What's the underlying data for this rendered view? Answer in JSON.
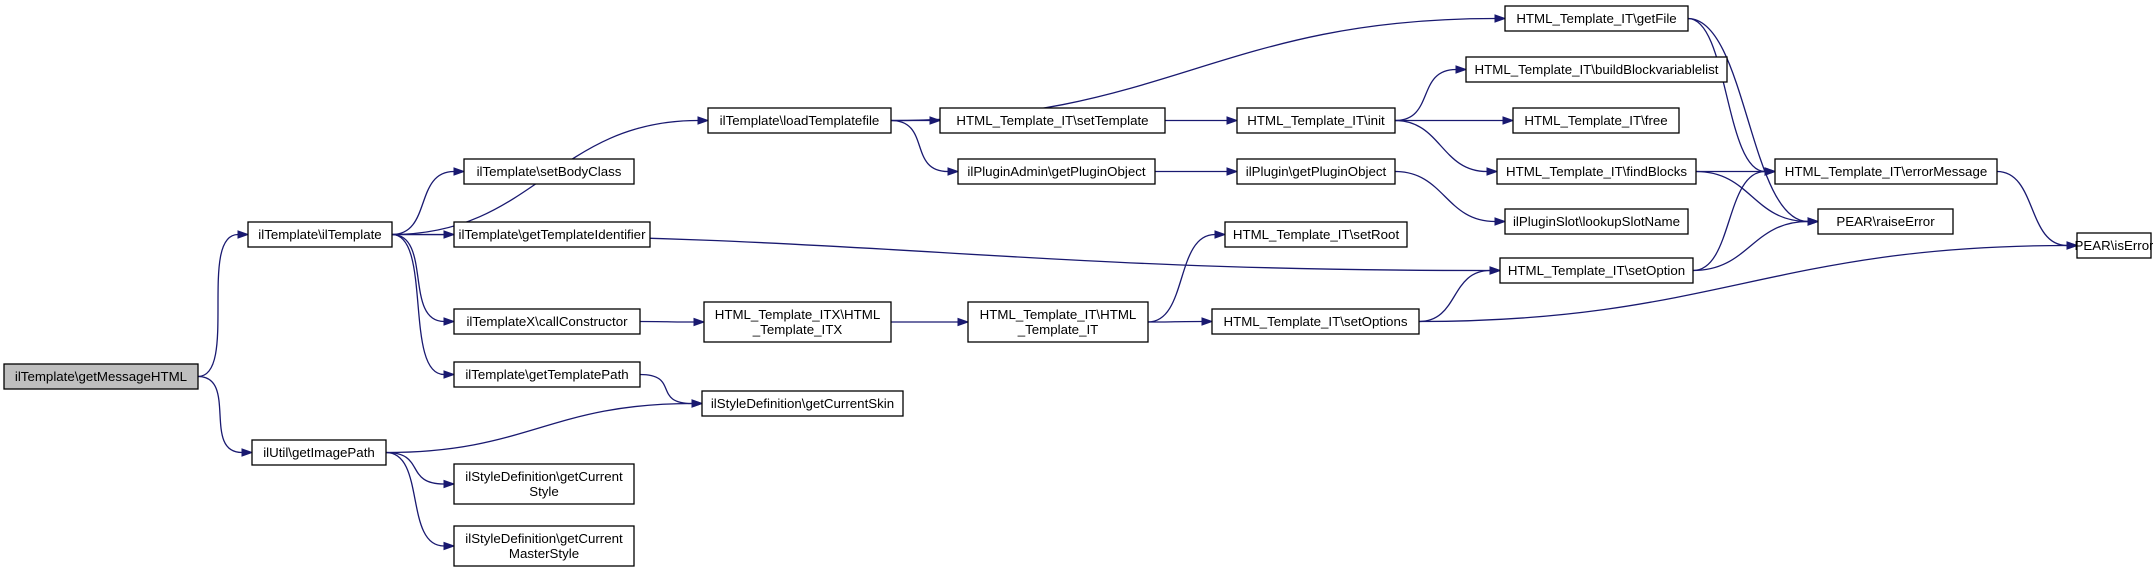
{
  "graph": {
    "nodes": [
      {
        "id": "n0",
        "lines": [
          "ilTemplate\\getMessageHTML"
        ],
        "root": true
      },
      {
        "id": "n1",
        "lines": [
          "ilTemplate\\ilTemplate"
        ]
      },
      {
        "id": "n2",
        "lines": [
          "ilUtil\\getImagePath"
        ]
      },
      {
        "id": "n3",
        "lines": [
          "ilTemplate\\loadTemplatefile"
        ]
      },
      {
        "id": "n4",
        "lines": [
          "ilTemplate\\setBodyClass"
        ]
      },
      {
        "id": "n5",
        "lines": [
          "ilTemplate\\getTemplateIdentifier"
        ]
      },
      {
        "id": "n6",
        "lines": [
          "ilTemplateX\\callConstructor"
        ]
      },
      {
        "id": "n7",
        "lines": [
          "ilTemplate\\getTemplatePath"
        ]
      },
      {
        "id": "n8",
        "lines": [
          "ilStyleDefinition\\getCurrentSkin"
        ]
      },
      {
        "id": "n9",
        "lines": [
          "ilStyleDefinition\\getCurrent",
          "Style"
        ]
      },
      {
        "id": "n10",
        "lines": [
          "ilStyleDefinition\\getCurrent",
          "MasterStyle"
        ]
      },
      {
        "id": "n11",
        "lines": [
          "HTML_Template_IT\\setTemplate"
        ]
      },
      {
        "id": "n12",
        "lines": [
          "ilPluginAdmin\\getPluginObject"
        ]
      },
      {
        "id": "n13",
        "lines": [
          "HTML_Template_ITX\\HTML",
          "_Template_ITX"
        ]
      },
      {
        "id": "n14",
        "lines": [
          "HTML_Template_IT\\init"
        ]
      },
      {
        "id": "n15",
        "lines": [
          "ilPlugin\\getPluginObject"
        ]
      },
      {
        "id": "n16",
        "lines": [
          "HTML_Template_IT\\HTML",
          "_Template_IT"
        ]
      },
      {
        "id": "n17",
        "lines": [
          "HTML_Template_IT\\setRoot"
        ]
      },
      {
        "id": "n18",
        "lines": [
          "HTML_Template_IT\\setOptions"
        ]
      },
      {
        "id": "n19",
        "lines": [
          "HTML_Template_IT\\getFile"
        ]
      },
      {
        "id": "n20",
        "lines": [
          "HTML_Template_IT\\buildBlockvariablelist"
        ]
      },
      {
        "id": "n21",
        "lines": [
          "HTML_Template_IT\\free"
        ]
      },
      {
        "id": "n22",
        "lines": [
          "HTML_Template_IT\\findBlocks"
        ]
      },
      {
        "id": "n23",
        "lines": [
          "ilPluginSlot\\lookupSlotName"
        ]
      },
      {
        "id": "n24",
        "lines": [
          "HTML_Template_IT\\setOption"
        ]
      },
      {
        "id": "n25",
        "lines": [
          "HTML_Template_IT\\errorMessage"
        ]
      },
      {
        "id": "n26",
        "lines": [
          "PEAR\\raiseError"
        ]
      },
      {
        "id": "n27",
        "lines": [
          "PEAR\\isError"
        ]
      }
    ],
    "edges": [
      [
        "n0",
        "n1"
      ],
      [
        "n0",
        "n2"
      ],
      [
        "n1",
        "n3"
      ],
      [
        "n1",
        "n4"
      ],
      [
        "n1",
        "n5"
      ],
      [
        "n1",
        "n6"
      ],
      [
        "n1",
        "n7"
      ],
      [
        "n1",
        "n24"
      ],
      [
        "n2",
        "n8"
      ],
      [
        "n2",
        "n9"
      ],
      [
        "n2",
        "n10"
      ],
      [
        "n3",
        "n11"
      ],
      [
        "n3",
        "n12"
      ],
      [
        "n3",
        "n19"
      ],
      [
        "n6",
        "n13"
      ],
      [
        "n7",
        "n8"
      ],
      [
        "n11",
        "n14"
      ],
      [
        "n12",
        "n15"
      ],
      [
        "n13",
        "n16"
      ],
      [
        "n14",
        "n20"
      ],
      [
        "n14",
        "n21"
      ],
      [
        "n14",
        "n22"
      ],
      [
        "n15",
        "n23"
      ],
      [
        "n16",
        "n17"
      ],
      [
        "n16",
        "n18"
      ],
      [
        "n18",
        "n24"
      ],
      [
        "n18",
        "n27"
      ],
      [
        "n19",
        "n25"
      ],
      [
        "n19",
        "n26"
      ],
      [
        "n22",
        "n25"
      ],
      [
        "n22",
        "n26"
      ],
      [
        "n24",
        "n25"
      ],
      [
        "n24",
        "n26"
      ],
      [
        "n25",
        "n27"
      ]
    ]
  }
}
